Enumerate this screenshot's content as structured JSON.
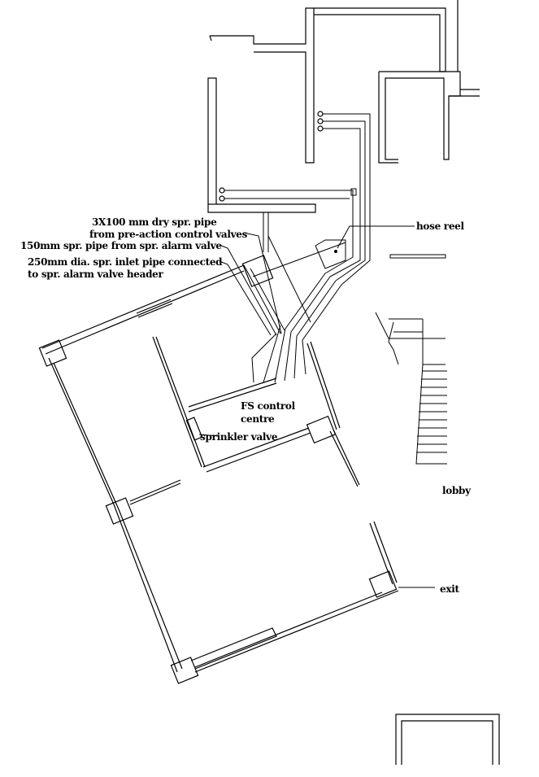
{
  "labels": {
    "dry_pipe_line1": "3X100 mm dry spr. pipe",
    "dry_pipe_line2": "from pre-action control valves",
    "alarm_pipe": "150mm spr. pipe from spr. alarm valve",
    "inlet_line1": "250mm dia. spr. inlet pipe connected",
    "inlet_line2": "to spr. alarm valve header",
    "hose_reel": "hose reel",
    "fs_line1": "FS control",
    "fs_line2": "centre",
    "sprinkler_valve": "sprinkler valve",
    "lobby": "lobby",
    "exit": "exit"
  }
}
